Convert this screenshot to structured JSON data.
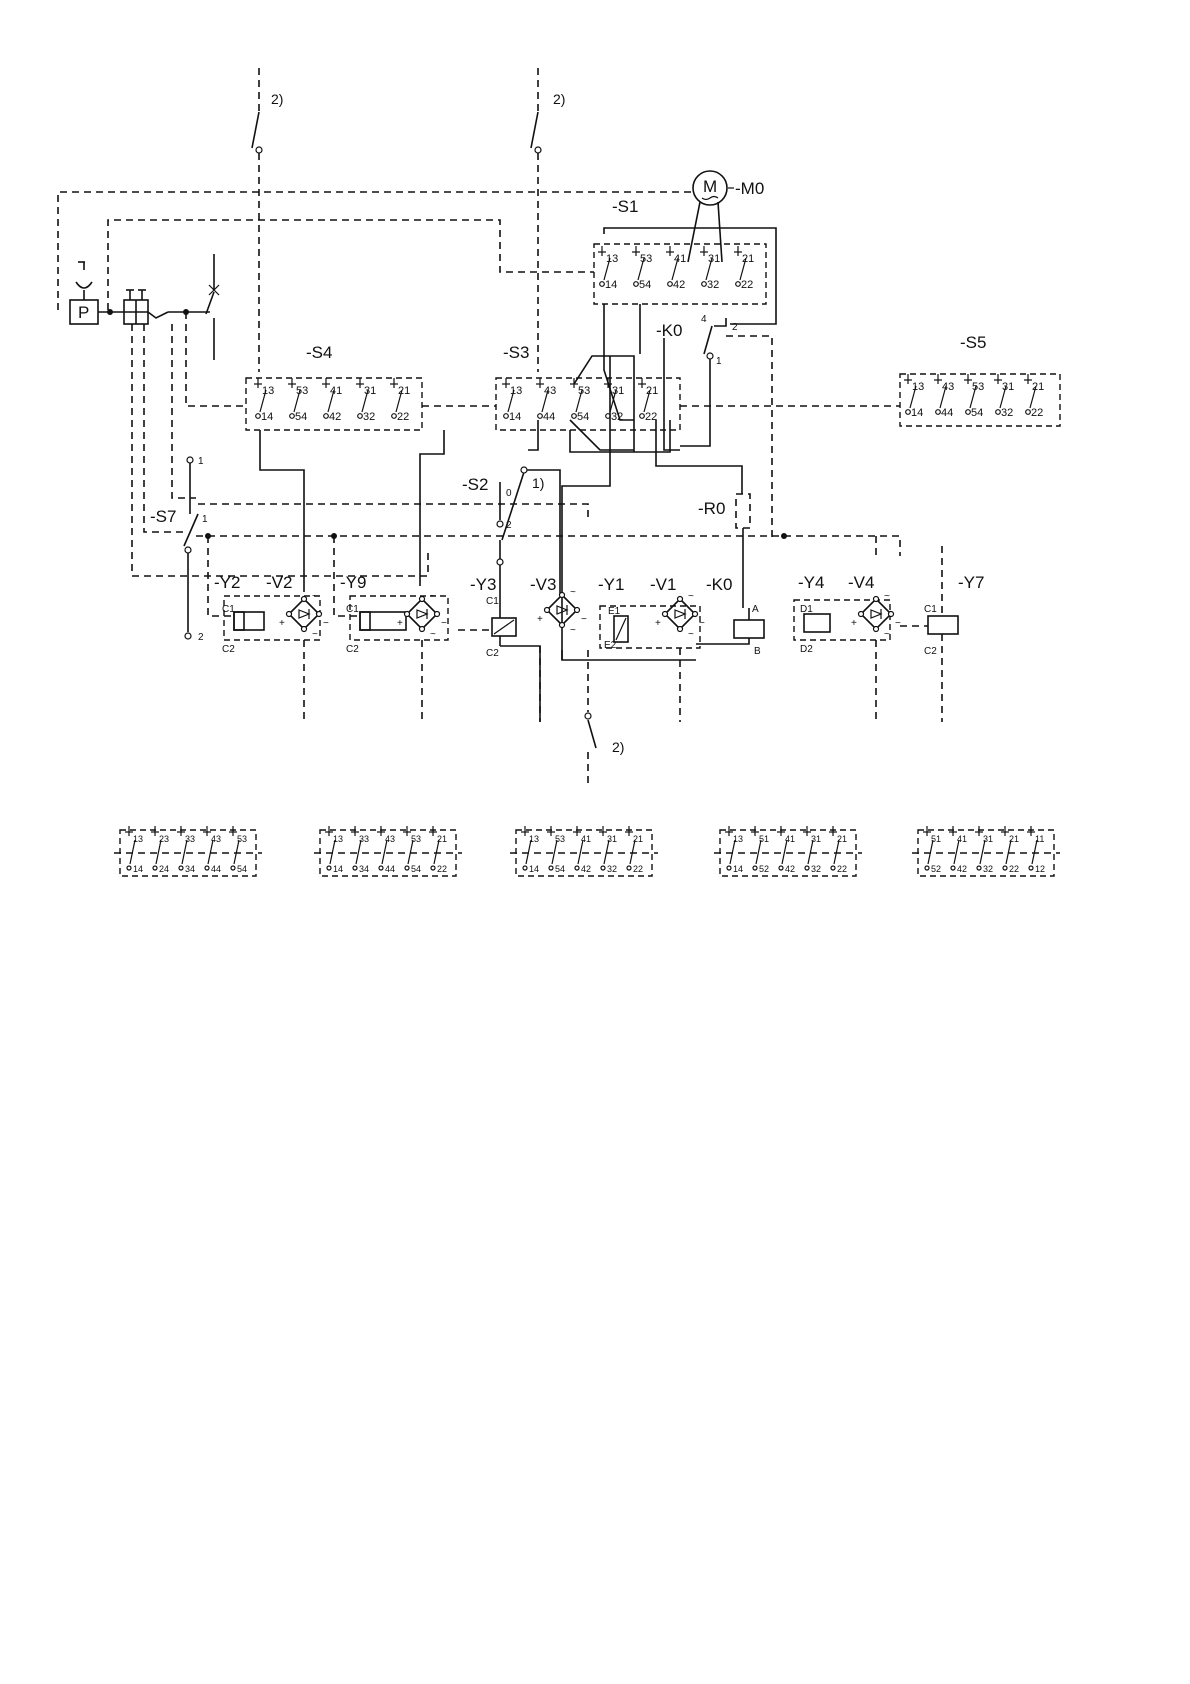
{
  "labels": {
    "m0": "-M0",
    "motor_letter": "M",
    "p": "P",
    "s1": "-S1",
    "s2": "-S2",
    "s3": "-S3",
    "s4": "-S4",
    "s5": "-S5",
    "s7": "-S7",
    "k0_top": "-K0",
    "k0_bottom": "-K0",
    "r0": "-R0",
    "y1": "-Y1",
    "y2": "-Y2",
    "y3": "-Y3",
    "y4": "-Y4",
    "y7": "-Y7",
    "y9": "-Y9",
    "v1": "-V1",
    "v2": "-V2",
    "v3": "-V3",
    "v4": "-V4"
  },
  "notes": {
    "n2_a": "2)",
    "n2_b": "2)",
    "n2_c": "2)",
    "n1": "1)"
  },
  "pins": {
    "s7_1": "1",
    "s7_1b": "1",
    "s7_2": "2",
    "s2_0": "0",
    "s2_2": "2",
    "k0_4": "4",
    "k0_2": "2",
    "k0_1": "1",
    "y2_c1": "C1",
    "y2_c2": "C2",
    "y9_c1": "C1",
    "y9_c2": "C2",
    "y3_c1": "C1",
    "y3_c2": "C2",
    "y1_e1": "E1",
    "y1_e2": "E2",
    "k0_a": "A",
    "k0_b": "B",
    "y4_d1": "D1",
    "y4_d2": "D2",
    "y7_c1": "C1",
    "y7_c2": "C2"
  },
  "switch_blocks": {
    "s1": {
      "top": [
        "13",
        "53",
        "41",
        "31",
        "21"
      ],
      "bottom": [
        "14",
        "54",
        "42",
        "32",
        "22"
      ]
    },
    "s4": {
      "top": [
        "13",
        "53",
        "41",
        "31",
        "21"
      ],
      "bottom": [
        "14",
        "54",
        "42",
        "32",
        "22"
      ]
    },
    "s3": {
      "top": [
        "13",
        "43",
        "53",
        "31",
        "21"
      ],
      "bottom": [
        "14",
        "44",
        "54",
        "32",
        "22"
      ]
    },
    "s5": {
      "top": [
        "13",
        "43",
        "53",
        "31",
        "21"
      ],
      "bottom": [
        "14",
        "44",
        "54",
        "32",
        "22"
      ]
    }
  },
  "variants": [
    {
      "top": [
        "13",
        "23",
        "33",
        "43",
        "53"
      ],
      "bottom": [
        "14",
        "24",
        "34",
        "44",
        "54"
      ]
    },
    {
      "top": [
        "13",
        "33",
        "43",
        "53",
        "21"
      ],
      "bottom": [
        "14",
        "34",
        "44",
        "54",
        "22"
      ]
    },
    {
      "top": [
        "13",
        "53",
        "41",
        "31",
        "21"
      ],
      "bottom": [
        "14",
        "54",
        "42",
        "32",
        "22"
      ]
    },
    {
      "top": [
        "13",
        "51",
        "41",
        "31",
        "21"
      ],
      "bottom": [
        "14",
        "52",
        "42",
        "32",
        "22"
      ]
    },
    {
      "top": [
        "51",
        "41",
        "31",
        "21",
        "11"
      ],
      "bottom": [
        "52",
        "42",
        "32",
        "22",
        "12"
      ]
    }
  ]
}
